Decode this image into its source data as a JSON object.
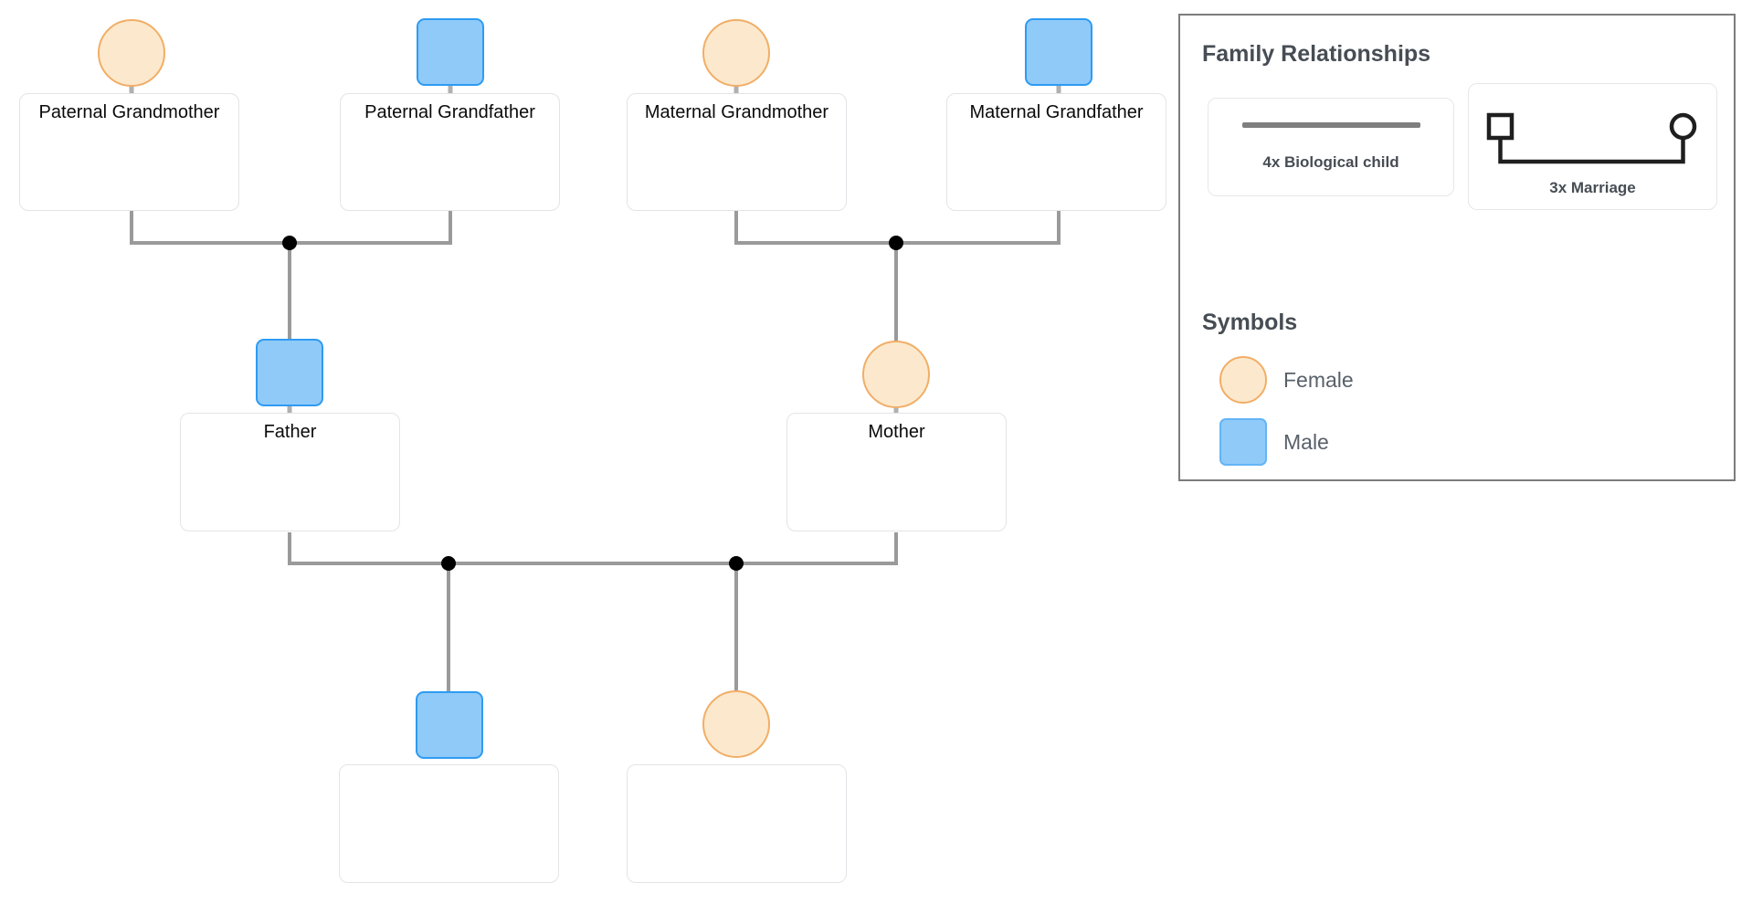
{
  "diagram": {
    "people": [
      {
        "id": "paternal-grandmother",
        "label": "Paternal Grandmother",
        "sex": "female"
      },
      {
        "id": "paternal-grandfather",
        "label": "Paternal Grandfather",
        "sex": "male"
      },
      {
        "id": "maternal-grandmother",
        "label": "Maternal Grandmother",
        "sex": "female"
      },
      {
        "id": "maternal-grandfather",
        "label": "Maternal Grandfather",
        "sex": "male"
      },
      {
        "id": "father",
        "label": "Father",
        "sex": "male"
      },
      {
        "id": "mother",
        "label": "Mother",
        "sex": "female"
      },
      {
        "id": "son",
        "label": "",
        "sex": "male"
      },
      {
        "id": "daughter",
        "label": "",
        "sex": "female"
      }
    ],
    "relationships": [
      {
        "type": "marriage",
        "partners": [
          "paternal-grandfather",
          "paternal-grandmother"
        ],
        "children": [
          "father"
        ]
      },
      {
        "type": "marriage",
        "partners": [
          "maternal-grandfather",
          "maternal-grandmother"
        ],
        "children": [
          "mother"
        ]
      },
      {
        "type": "marriage",
        "partners": [
          "father",
          "mother"
        ],
        "children": [
          "son",
          "daughter"
        ]
      }
    ]
  },
  "legend": {
    "title": "Family Relationships",
    "relationship_items": [
      {
        "label": "4x Biological child"
      },
      {
        "label": "3x Marriage"
      }
    ],
    "symbols_title": "Symbols",
    "symbol_items": [
      {
        "label": "Female",
        "shape": "circle"
      },
      {
        "label": "Male",
        "shape": "square"
      }
    ]
  },
  "colors": {
    "male_fill": "#90CAF9",
    "male_border": "#2E9BF2",
    "female_fill": "#FCE9CD",
    "female_border": "#F1AE67",
    "connector_line": "#9A9A9A",
    "junction_dot": "#000000",
    "card_border": "#E4E4E8",
    "panel_border": "#7C7C7C",
    "heading_text": "#474D54",
    "legend_label_text": "#59606A"
  }
}
